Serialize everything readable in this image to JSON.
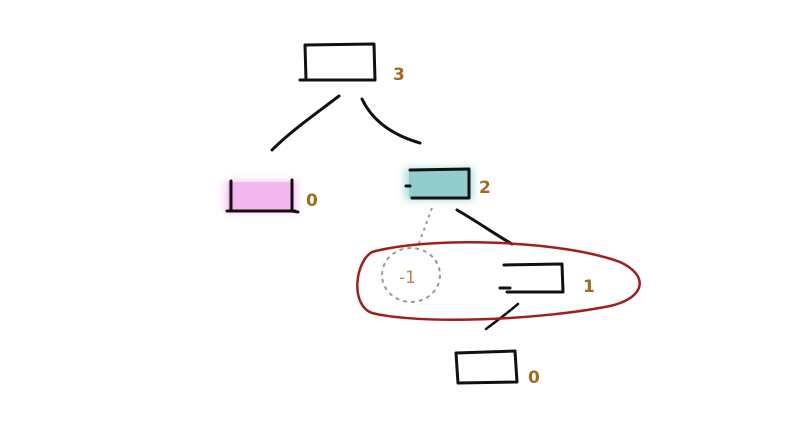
{
  "nodes": {
    "root": {
      "height_label": "3"
    },
    "left": {
      "height_label": "0",
      "highlight": "#f5b3f0"
    },
    "right": {
      "height_label": "2",
      "highlight": "#8fcfcf"
    },
    "null_child": {
      "height_label": "-1"
    },
    "right_right": {
      "height_label": "1"
    },
    "leaf": {
      "height_label": "0"
    }
  },
  "colors": {
    "ink": "#111111",
    "label": "#a36a1c",
    "null_circle": "#9a9a9a",
    "grouping_ellipse": "#a01e1e"
  }
}
